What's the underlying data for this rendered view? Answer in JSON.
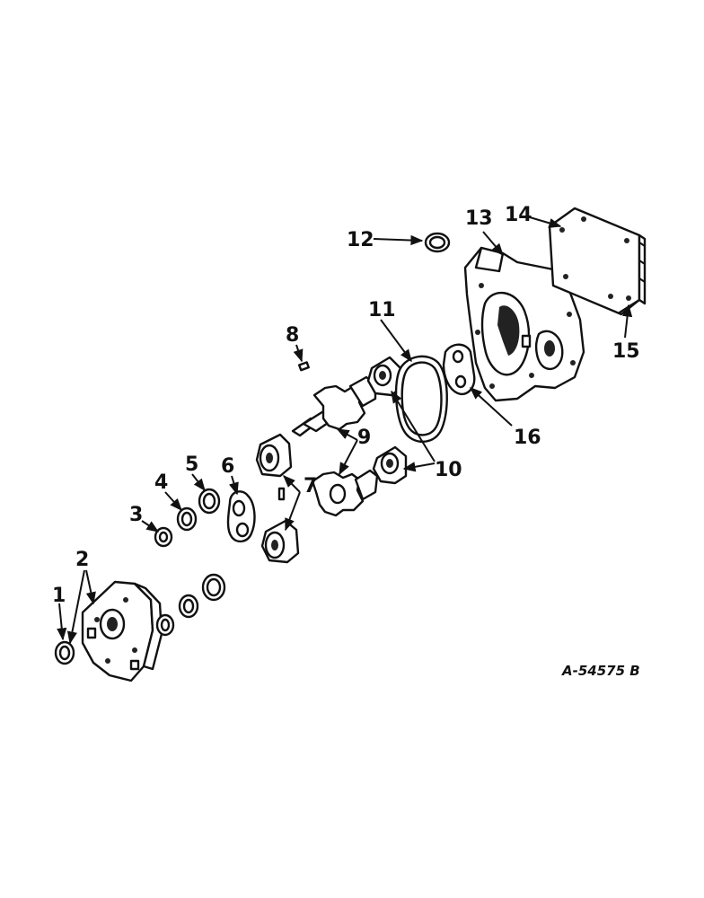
{
  "diagram": {
    "reference_code": "A-54575 B",
    "callouts": [
      {
        "id": "1",
        "text": "1"
      },
      {
        "id": "2",
        "text": "2"
      },
      {
        "id": "3",
        "text": "3"
      },
      {
        "id": "4",
        "text": "4"
      },
      {
        "id": "5",
        "text": "5"
      },
      {
        "id": "6",
        "text": "6"
      },
      {
        "id": "7",
        "text": "7"
      },
      {
        "id": "8",
        "text": "8"
      },
      {
        "id": "9",
        "text": "9"
      },
      {
        "id": "10",
        "text": "10"
      },
      {
        "id": "11",
        "text": "11"
      },
      {
        "id": "12",
        "text": "12"
      },
      {
        "id": "13",
        "text": "13"
      },
      {
        "id": "14",
        "text": "14"
      },
      {
        "id": "15",
        "text": "15"
      },
      {
        "id": "16",
        "text": "16"
      }
    ]
  }
}
